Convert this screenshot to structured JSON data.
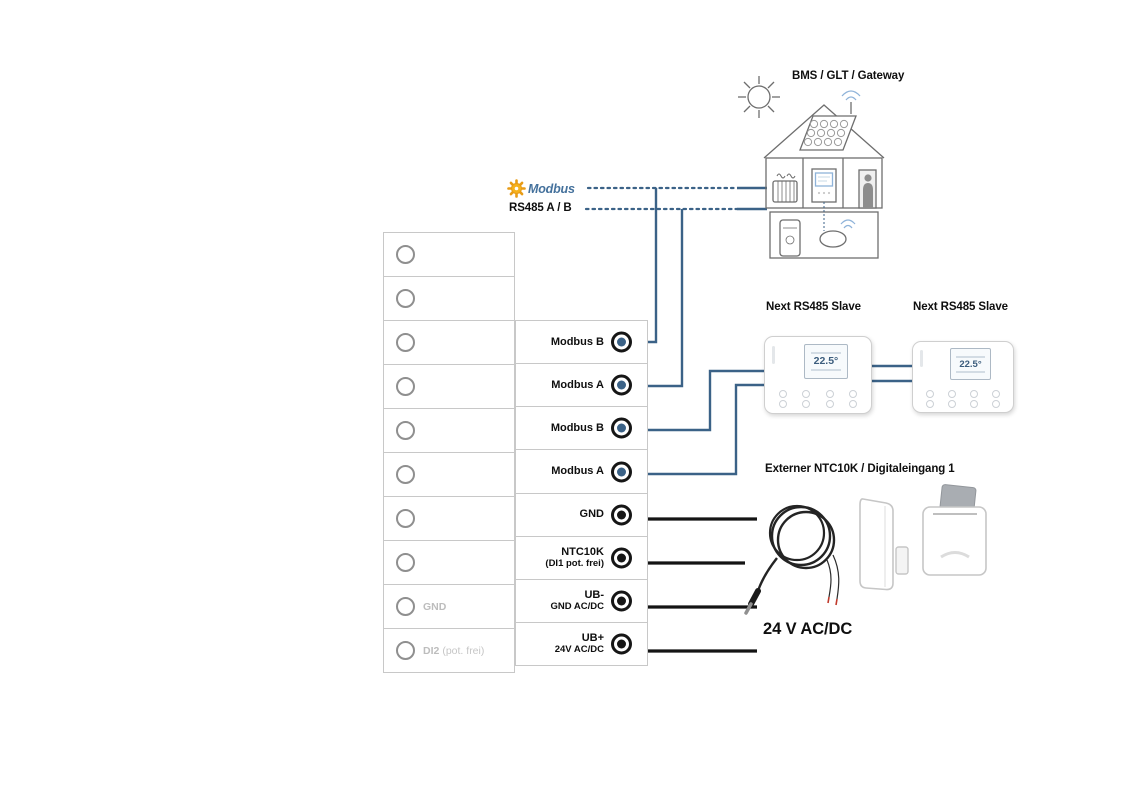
{
  "labels": {
    "bms": "BMS / GLT / Gateway",
    "modbus": "Modbus",
    "rs485": "RS485 A / B",
    "next_slave_1": "Next RS485 Slave",
    "next_slave_2": "Next RS485 Slave",
    "externer": "Externer NTC10K / Digitaleingang 1",
    "voltage": "24 V AC/DC"
  },
  "terminal_block": {
    "rows": [
      {
        "left_main": "",
        "left_sub": "",
        "label": "",
        "sub": "",
        "terminal": "none"
      },
      {
        "left_main": "",
        "left_sub": "",
        "label": "",
        "sub": "",
        "terminal": "none"
      },
      {
        "left_main": "",
        "left_sub": "",
        "label": "Modbus B",
        "sub": "",
        "terminal": "modbus"
      },
      {
        "left_main": "",
        "left_sub": "",
        "label": "Modbus A",
        "sub": "",
        "terminal": "modbus"
      },
      {
        "left_main": "",
        "left_sub": "",
        "label": "Modbus B",
        "sub": "",
        "terminal": "modbus"
      },
      {
        "left_main": "",
        "left_sub": "",
        "label": "Modbus A",
        "sub": "",
        "terminal": "modbus"
      },
      {
        "left_main": "",
        "left_sub": "",
        "label": "GND",
        "sub": "",
        "terminal": "signal"
      },
      {
        "left_main": "",
        "left_sub": "",
        "label": "NTC10K",
        "sub": "(DI1 pot. frei)",
        "terminal": "signal"
      },
      {
        "left_main": "GND",
        "left_sub": "",
        "label": "UB-",
        "sub": "GND AC/DC",
        "terminal": "signal"
      },
      {
        "left_main": "DI2",
        "left_sub": "(pot. frei)",
        "label": "UB+",
        "sub": "24V AC/DC",
        "terminal": "signal"
      }
    ]
  },
  "thermostats": {
    "display_temp": "22.5°"
  },
  "colors": {
    "wire_blue": "#3b6287",
    "wire_black": "#141414",
    "modbus_gear_yellow": "#f2a71b",
    "gray_label": "#bdbdbd"
  }
}
